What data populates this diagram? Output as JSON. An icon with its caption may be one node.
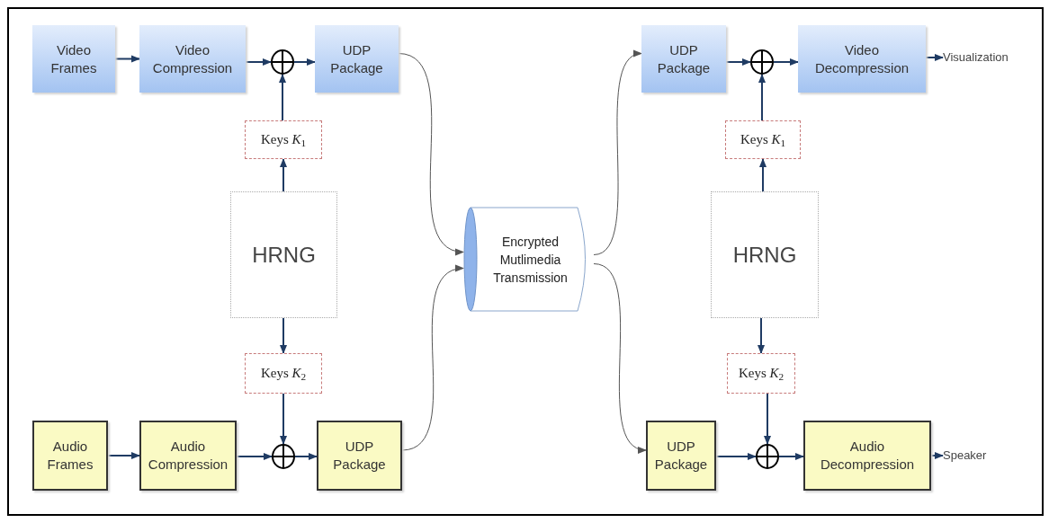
{
  "diagram": {
    "nodes": [
      {
        "text": [
          "Video Frames"
        ]
      },
      {
        "text": [
          "Video Compression"
        ]
      },
      {
        "text": [],
        "shape": "circle"
      },
      {
        "text": [
          "UDP Package"
        ]
      },
      {
        "text": [
          "Keys *K*$_{1}$"
        ]
      },
      {
        "text": [
          "HRNG"
        ]
      },
      {
        "text": [
          "Keys *K*$_{2}$"
        ]
      },
      {
        "text": [
          "Audio Frames"
        ]
      },
      {
        "text": [
          "Audio Compression"
        ]
      },
      {
        "text": [],
        "shape": "circle"
      },
      {
        "text": [
          "UDP Package"
        ]
      },
      {
        "text": [
          "Encrypted Mutlimedia Transmission"
        ]
      },
      {
        "text": [
          "UDP Package"
        ]
      },
      {
        "text": [],
        "shape": "circle"
      },
      {
        "text": [
          "Video Decompression"
        ]
      },
      {
        "text": [
          "Keys *K*$_{1}$"
        ]
      },
      {
        "text": [
          "HRNG"
        ]
      },
      {
        "text": [
          "Keys *K*$_{2}$"
        ]
      },
      {
        "text": [
          "UDP Package"
        ]
      },
      {
        "text": [],
        "shape": "circle"
      },
      {
        "text": [
          "Audio Decompression"
        ]
      },
      {
        "text": [
          "Visualization"
        ]
      },
      {
        "text": [
          "Speaker"
        ]
      }
    ],
    "edges": [
      {
        "from": 0,
        "to": 1,
        "arrow": "to"
      },
      {
        "from": 1,
        "to": 2,
        "arrow": "to"
      },
      {
        "from": 2,
        "to": 3,
        "arrow": "to"
      },
      {
        "from": 4,
        "to": 2,
        "arrow": "to"
      },
      {
        "from": 5,
        "to": 4,
        "arrow": "to"
      },
      {
        "from": 5,
        "to": 6,
        "arrow": "to"
      },
      {
        "from": 6,
        "to": 9,
        "arrow": "to"
      },
      {
        "from": 7,
        "to": 8,
        "arrow": "to"
      },
      {
        "from": 8,
        "to": 9,
        "arrow": "to"
      },
      {
        "from": 9,
        "to": 10,
        "arrow": "to"
      },
      {
        "from": 3,
        "to": 11,
        "arrow": "to",
        "color": "#555555"
      },
      {
        "from": 10,
        "to": 11,
        "arrow": "to",
        "color": "#555555"
      },
      {
        "from": 11,
        "to": 12,
        "arrow": "to",
        "color": "#555555"
      },
      {
        "from": 11,
        "to": 18,
        "arrow": "to",
        "color": "#555555"
      },
      {
        "from": 12,
        "to": 13,
        "arrow": "to"
      },
      {
        "from": 13,
        "to": 14,
        "arrow": "to"
      },
      {
        "from": 15,
        "to": 13,
        "arrow": "to"
      },
      {
        "from": 16,
        "to": 15,
        "arrow": "to"
      },
      {
        "from": 16,
        "to": 17,
        "arrow": "to"
      },
      {
        "from": 17,
        "to": 19,
        "arrow": "to"
      },
      {
        "from": 18,
        "to": 19,
        "arrow": "to"
      },
      {
        "from": 19,
        "to": 20,
        "arrow": "to"
      },
      {
        "from": 14,
        "to": 21,
        "arrow": "to"
      },
      {
        "from": 20,
        "to": 22,
        "arrow": "to"
      }
    ]
  }
}
